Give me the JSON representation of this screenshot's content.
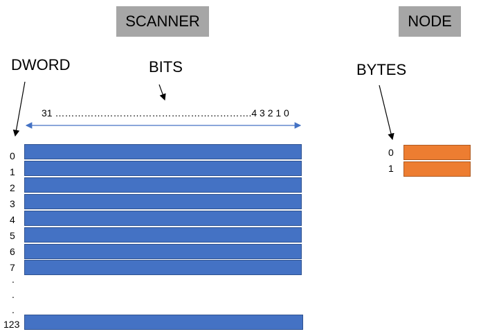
{
  "scanner": {
    "title": "SCANNER"
  },
  "node": {
    "title": "NODE"
  },
  "labels": {
    "dword": "DWORD",
    "bits": "BITS",
    "bytes": "BYTES"
  },
  "bit_range": "31 …………………………………………………….4 3 2 1 0",
  "dword_rows": [
    "0",
    "1",
    "2",
    "3",
    "4",
    "5",
    "6",
    "7"
  ],
  "dword_ellipsis": [
    ".",
    ".",
    "."
  ],
  "dword_last": "123",
  "byte_rows": [
    "0",
    "1"
  ],
  "colors": {
    "dword_fill": "#4472c4",
    "byte_fill": "#ed7d31",
    "header_fill": "#a6a6a6",
    "arrow": "#4472c4"
  }
}
